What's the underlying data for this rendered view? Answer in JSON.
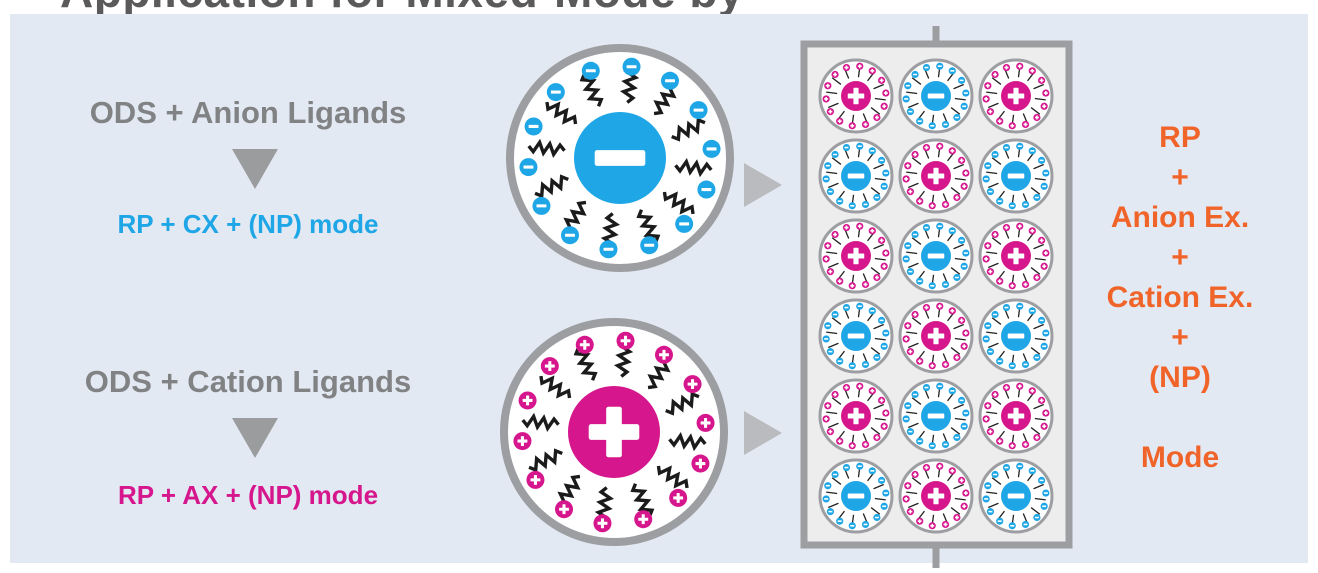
{
  "header": {
    "clipped_title": "Application for Mixed-Mode by"
  },
  "left": {
    "anion": {
      "ods_label": "ODS + Anion Ligands",
      "mode_label": "RP + CX + (NP) mode"
    },
    "cation": {
      "ods_label": "ODS + Cation Ligands",
      "mode_label": "RP + AX + (NP) mode"
    }
  },
  "right": {
    "lines": [
      "RP",
      "+",
      "Anion Ex.",
      "+",
      "Cation Ex.",
      "+",
      "(NP)",
      "",
      "Mode"
    ]
  },
  "column": {
    "pattern": [
      [
        "plus",
        "minus",
        "plus"
      ],
      [
        "minus",
        "plus",
        "minus"
      ],
      [
        "plus",
        "minus",
        "plus"
      ],
      [
        "minus",
        "plus",
        "minus"
      ],
      [
        "plus",
        "minus",
        "plus"
      ],
      [
        "minus",
        "plus",
        "minus"
      ]
    ]
  },
  "colors": {
    "background_panel": "#e3e9f3",
    "anion_blue": "#1ea6e6",
    "cation_magenta": "#d6168c",
    "orange_text": "#f0642a",
    "gray_text": "#808284",
    "gray_ring": "#9c9ea1"
  },
  "icons": {
    "down_arrow": "triangle-down-icon",
    "right_arrow": "triangle-right-icon",
    "anion_particle": "minus-circle-icon",
    "cation_particle": "plus-circle-icon"
  }
}
